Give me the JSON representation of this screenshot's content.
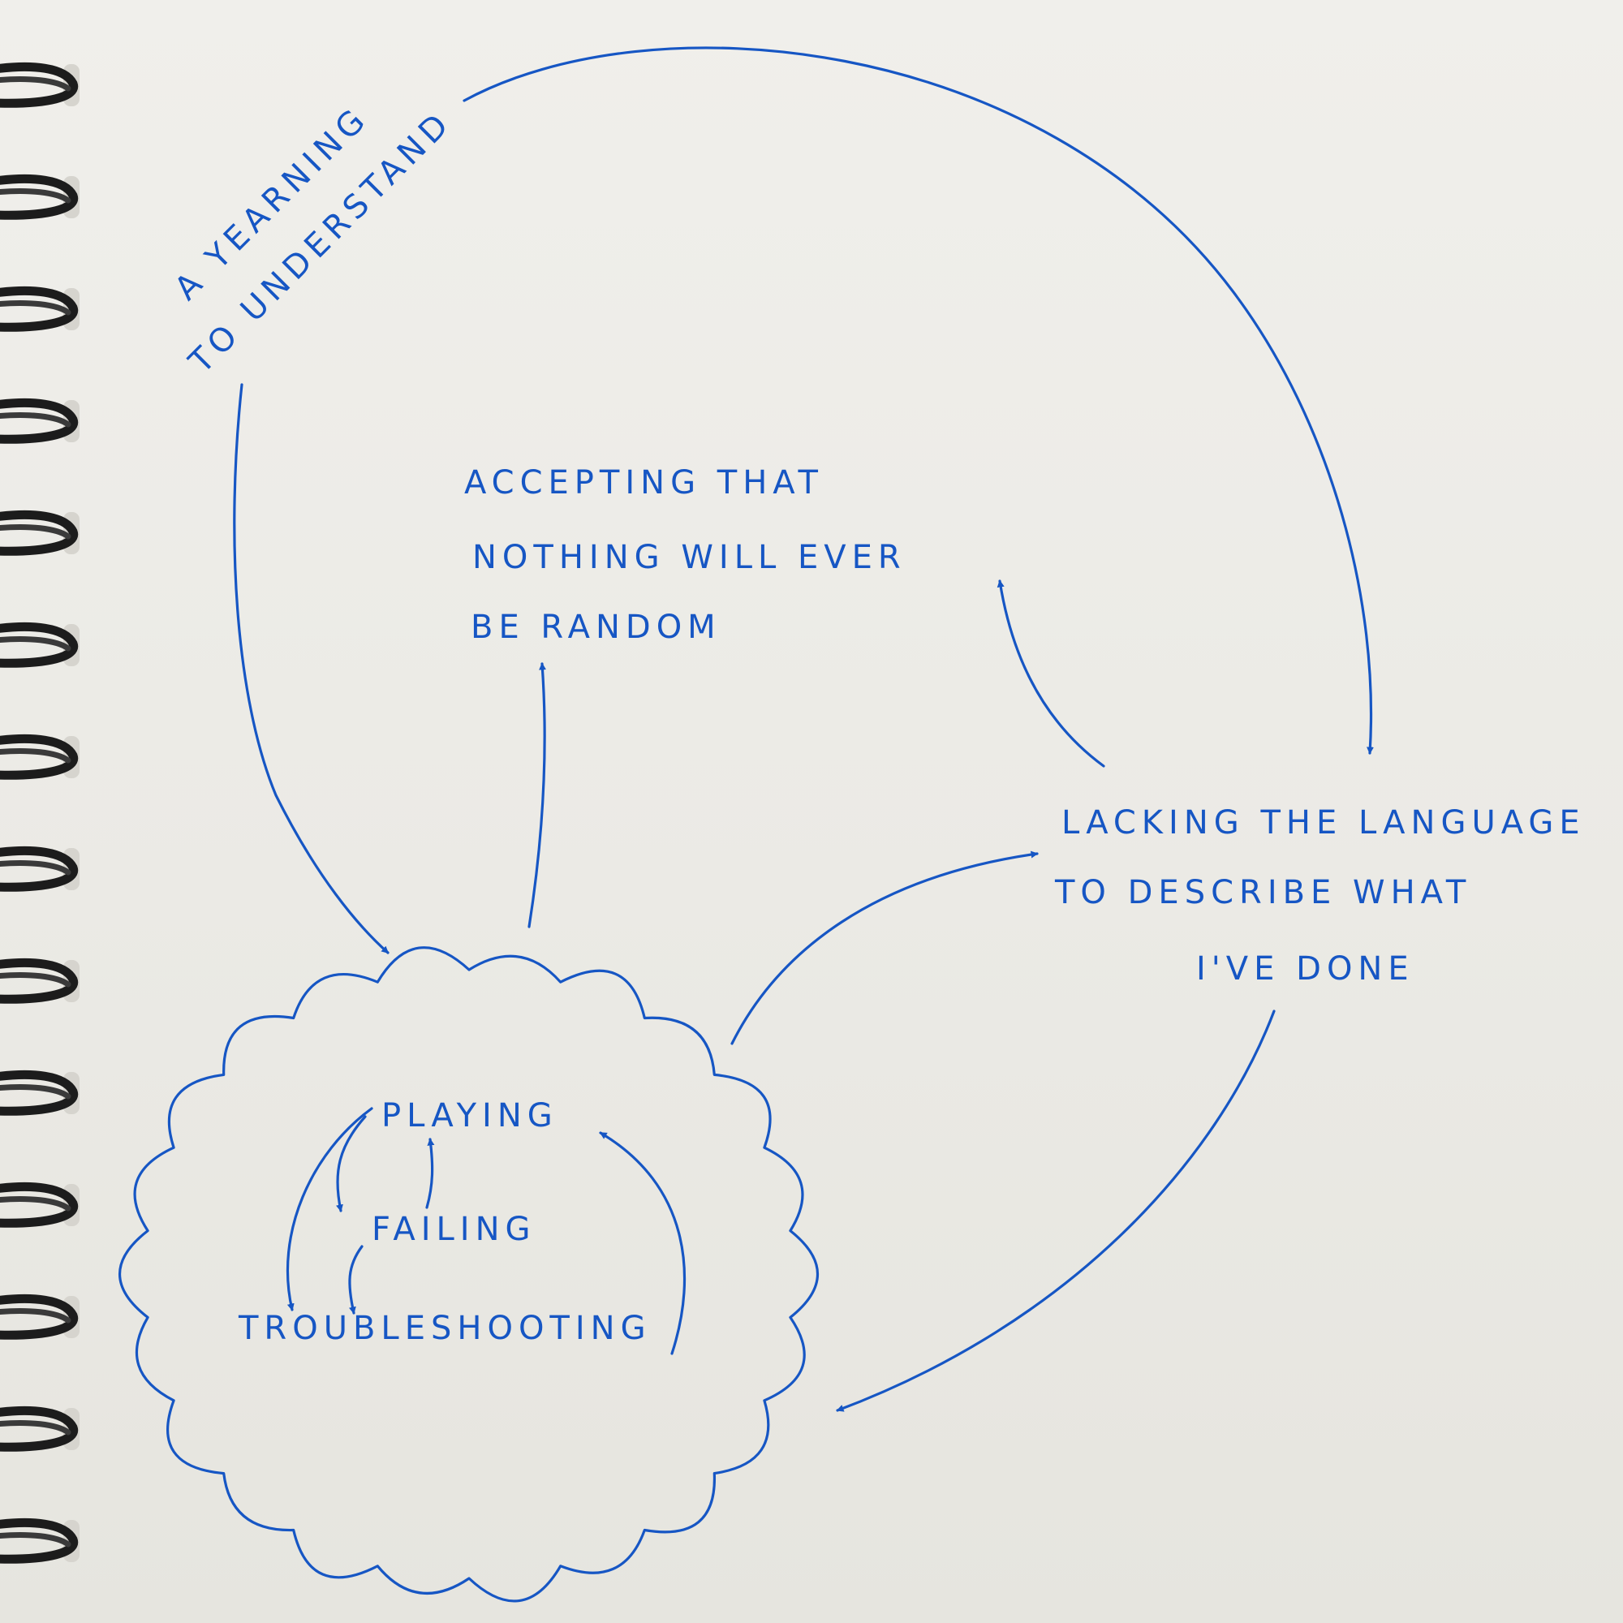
{
  "colors": {
    "ink": "#1656c4",
    "paper": "#eeede9",
    "binding": "#1c1c1c"
  },
  "diagram": {
    "nodes": {
      "yearning": {
        "line1": "A YEARNING",
        "line2": "TO UNDERSTAND"
      },
      "accepting": {
        "line1": "ACCEPTING THAT",
        "line2": "NOTHING WILL EVER",
        "line3": "BE RANDOM"
      },
      "lacking": {
        "line1": "LACKING THE LANGUAGE",
        "line2": "TO DESCRIBE WHAT",
        "line3": "I'VE DONE"
      },
      "cloud": {
        "item1": "PLAYING",
        "item2": "FAILING",
        "item3": "TROUBLESHOOTING"
      }
    }
  }
}
